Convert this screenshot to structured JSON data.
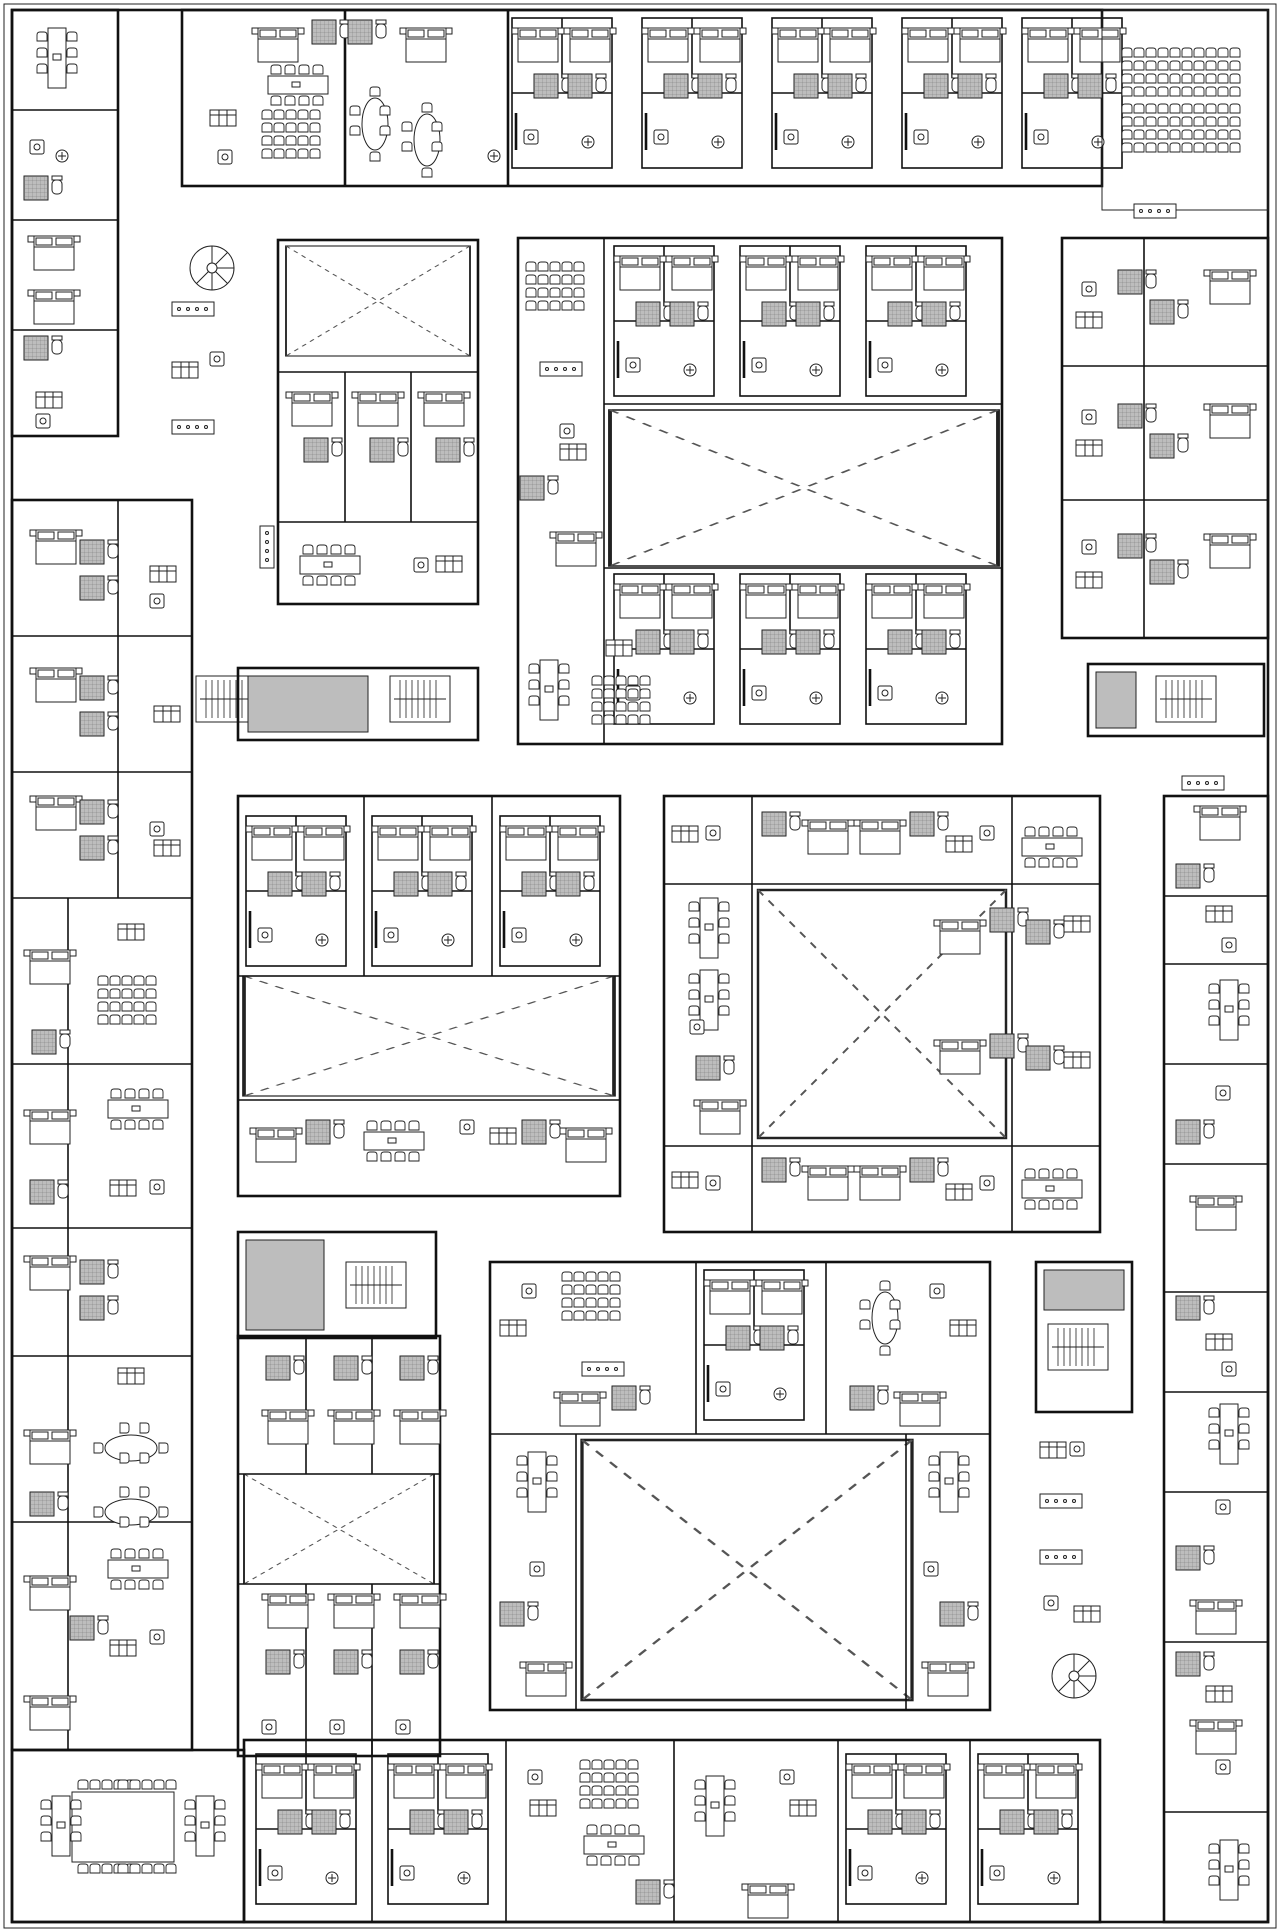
{
  "diagram": {
    "kind": "architectural floor plan",
    "printed_labels": []
  },
  "colors": {
    "ink": "#111111",
    "service_core_fill": "#bdbdbd",
    "background": "#ffffff"
  },
  "blocks": [
    {
      "id": "north-wing",
      "type": "wing"
    },
    {
      "id": "west-wing-upper",
      "type": "wing"
    },
    {
      "id": "west-wing-lower",
      "type": "wing"
    },
    {
      "id": "east-wing-upper",
      "type": "wing"
    },
    {
      "id": "east-wing-lower",
      "type": "wing"
    },
    {
      "id": "south-wing",
      "type": "wing"
    },
    {
      "id": "block-a",
      "type": "courtyard-block"
    },
    {
      "id": "block-b",
      "type": "courtyard-block"
    },
    {
      "id": "block-c",
      "type": "courtyard-block"
    },
    {
      "id": "block-d",
      "type": "courtyard-block"
    },
    {
      "id": "block-e",
      "type": "courtyard-block"
    },
    {
      "id": "block-f",
      "type": "courtyard-block"
    },
    {
      "id": "block-g",
      "type": "courtyard-block"
    }
  ],
  "icons": [
    "spiral-stair-icon",
    "straight-stair-icon",
    "bed-icon",
    "meeting-table-icon",
    "lecture-seating-icon",
    "sofa-icon",
    "wc-core-icon"
  ]
}
